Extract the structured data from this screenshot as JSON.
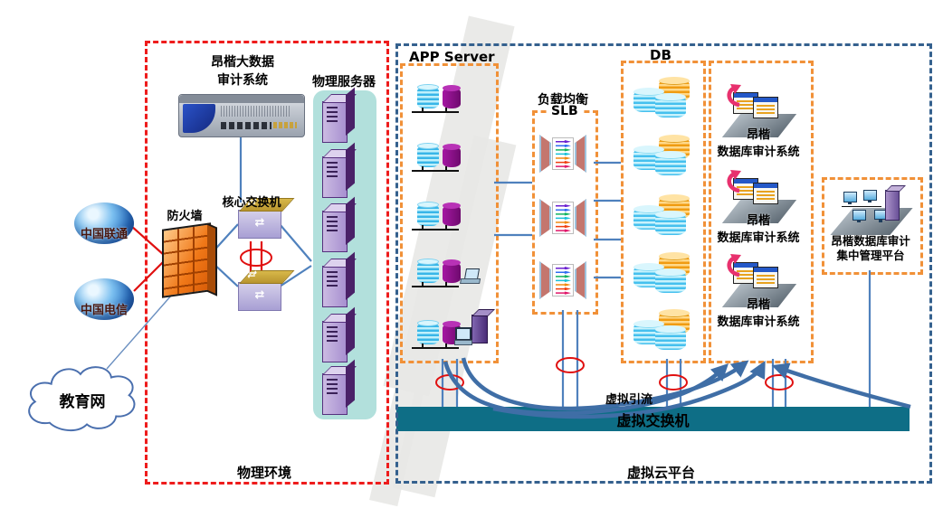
{
  "colors": {
    "physical_border": "#ee1c1c",
    "cloud_border": "#35618e",
    "group_border": "#f19138",
    "vswitch_bar": "#0e6e86",
    "line_blue": "#4f81bd",
    "line_red": "#e01010",
    "arrow_blue": "#3f6ea6"
  },
  "external": {
    "unicom_label": "中国联通",
    "telecom_label": "中国电信",
    "edu_label": "教育网"
  },
  "physical": {
    "region_label": "物理环境",
    "appliance_label_line1": "昂楷大数据",
    "appliance_label_line2": "审计系统",
    "servers_label": "物理服务器",
    "core_switch_label": "核心交换机",
    "firewall_label": "防火墙"
  },
  "virtual": {
    "region_label": "虚拟云平台",
    "app_server_label": "APP Server",
    "lb_title": "负载均衡",
    "lb_label": "SLB",
    "db_label": "DB",
    "audit_items": [
      {
        "name": "昂楷",
        "sub": "数据库审计系统"
      },
      {
        "name": "昂楷",
        "sub": "数据库审计系统"
      },
      {
        "name": "昂楷",
        "sub": "数据库审计系统"
      }
    ],
    "mgmt_label_line1": "昂楷数据库审计",
    "mgmt_label_line2": "集中管理平台",
    "traffic_label": "虚拟引流",
    "vswitch_label": "虚拟交换机"
  }
}
